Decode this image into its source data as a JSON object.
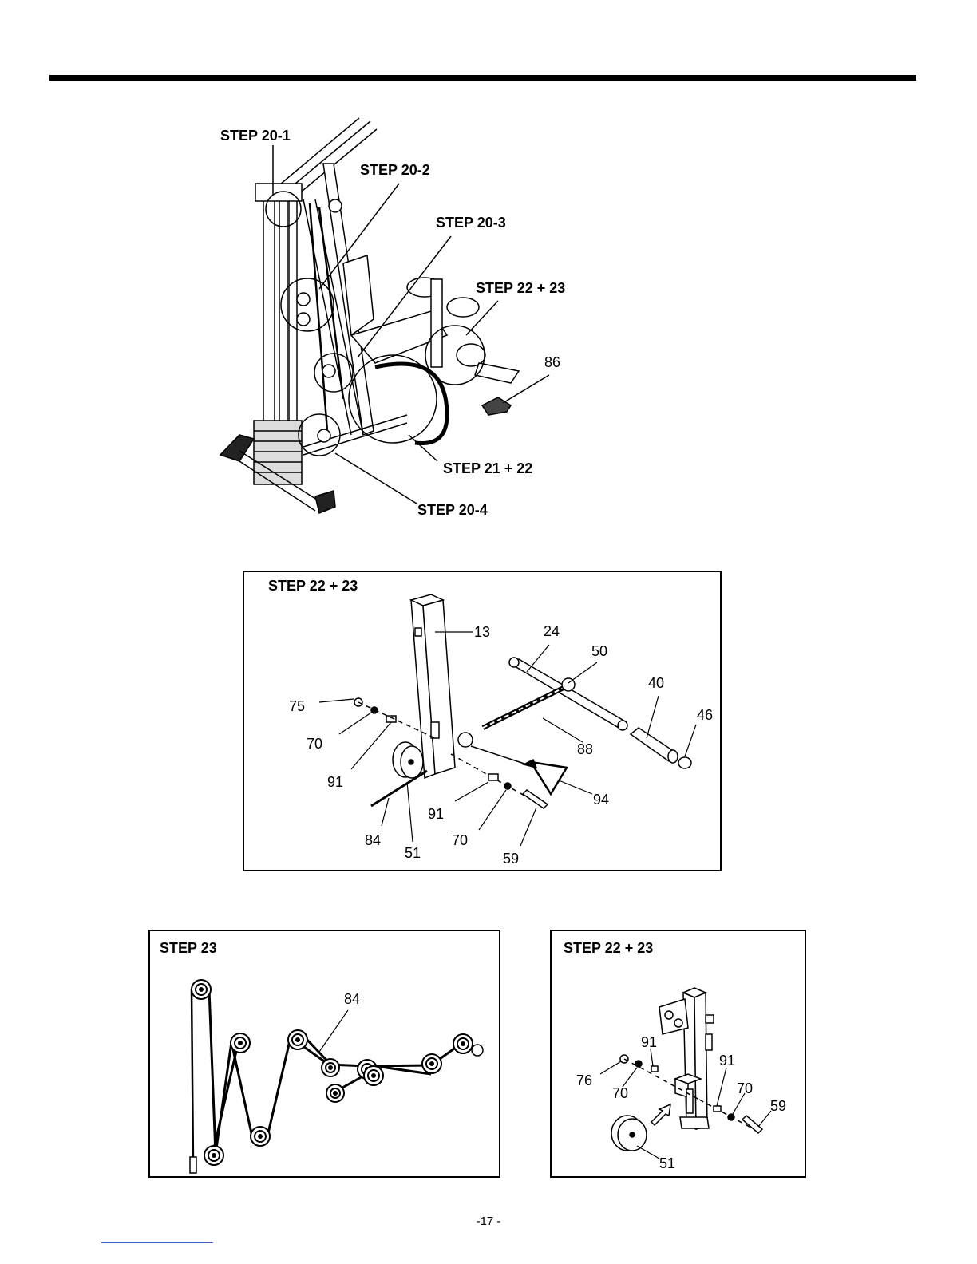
{
  "page_number": "-17 -",
  "overview": {
    "labels": [
      "STEP 20-1",
      "STEP 20-2",
      "STEP 20-3",
      "STEP 22 + 23",
      "86",
      "STEP 21 + 22",
      "STEP 20-4"
    ]
  },
  "detail_main": {
    "title": "STEP 22 + 23",
    "parts": [
      "13",
      "24",
      "50",
      "40",
      "46",
      "75",
      "70",
      "91",
      "88",
      "94",
      "91",
      "70",
      "84",
      "51",
      "59"
    ]
  },
  "detail_cable": {
    "title": "STEP 23",
    "parts": [
      "84"
    ]
  },
  "detail_pulley": {
    "title": "STEP 22 + 23",
    "parts": [
      "91",
      "91",
      "76",
      "70",
      "70",
      "59",
      "51"
    ]
  }
}
